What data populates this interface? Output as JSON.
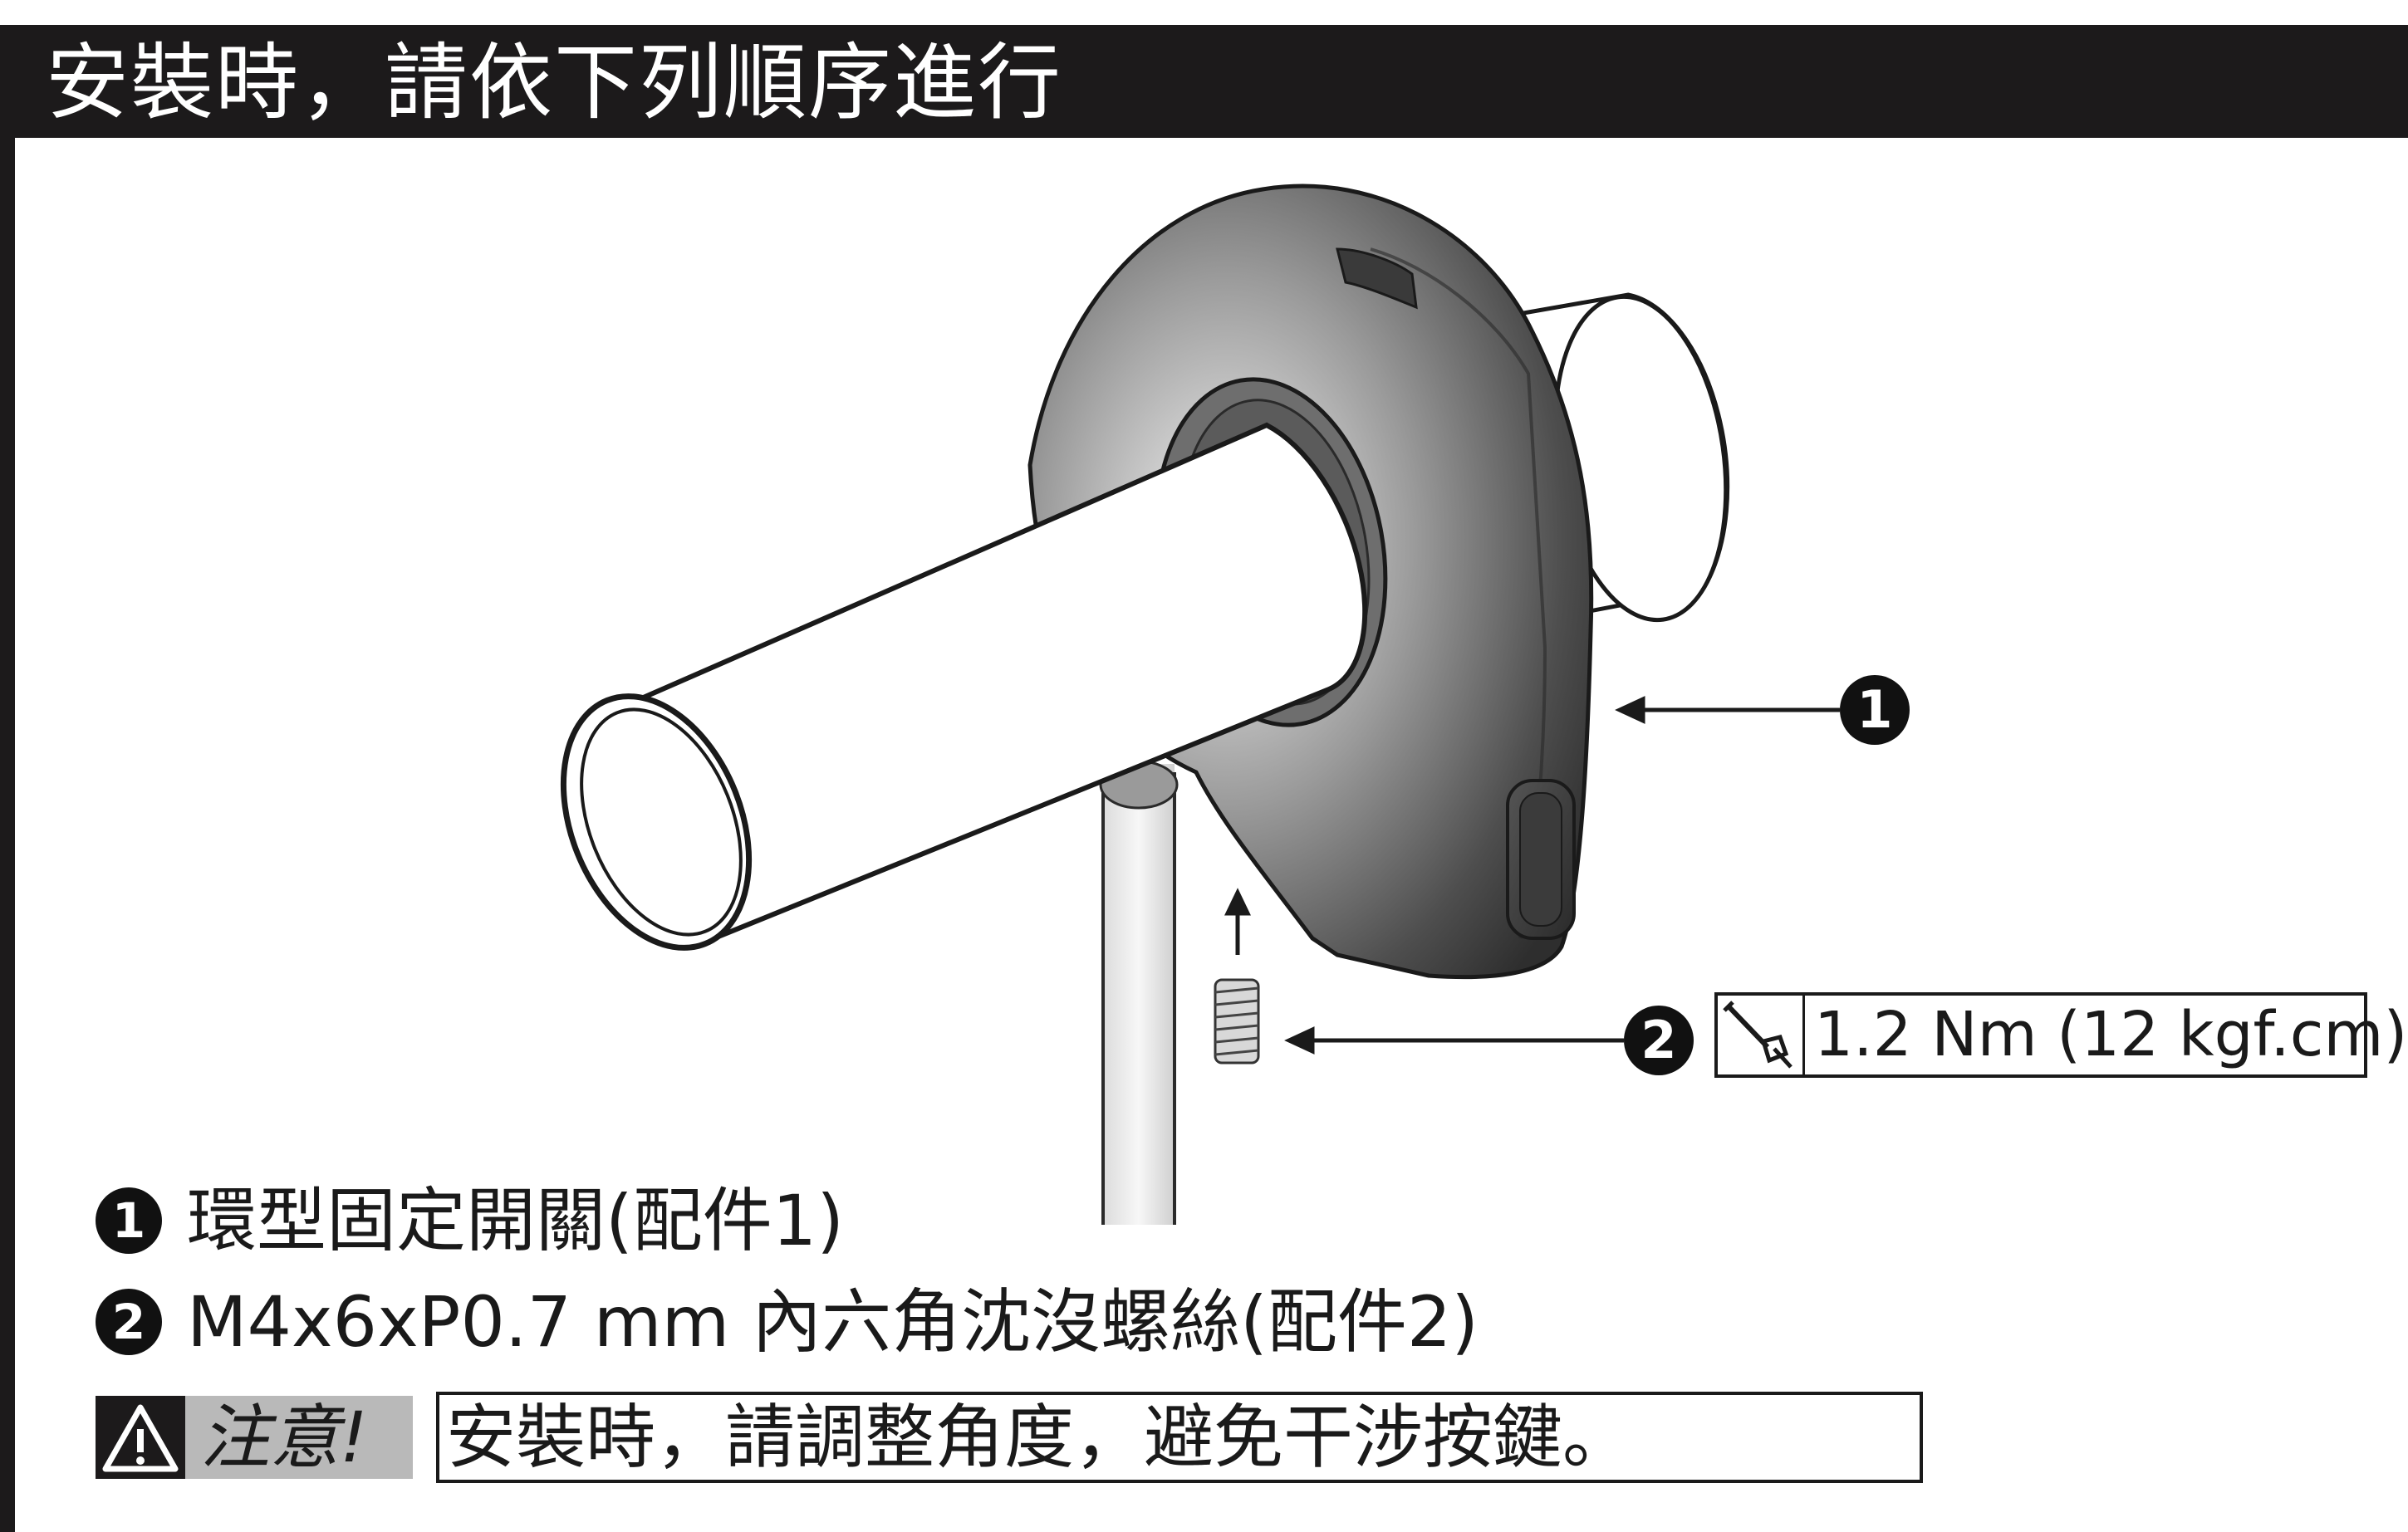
{
  "header": {
    "title": "安裝時，請依下列順序進行"
  },
  "callouts": {
    "one": "1",
    "two": "2"
  },
  "torque": {
    "icon": "torque-wrench-icon",
    "value": "1.2 Nm (12 kgf.cm)"
  },
  "legend": {
    "items": [
      {
        "num": "1",
        "text": "環型固定開關(配件1)"
      },
      {
        "num": "2",
        "text": "M4x6xP0.7 mm 內六角沈沒螺絲(配件2)"
      }
    ]
  },
  "caution": {
    "icon": "warning-triangle-icon",
    "label": "注意!",
    "text": "安裝時，請調整角度，避免干涉按鍵。"
  },
  "colors": {
    "header_bg": "#1c1a1b",
    "caution_tag_bg": "#b9b9b9",
    "housing": "#4a4a4a"
  }
}
